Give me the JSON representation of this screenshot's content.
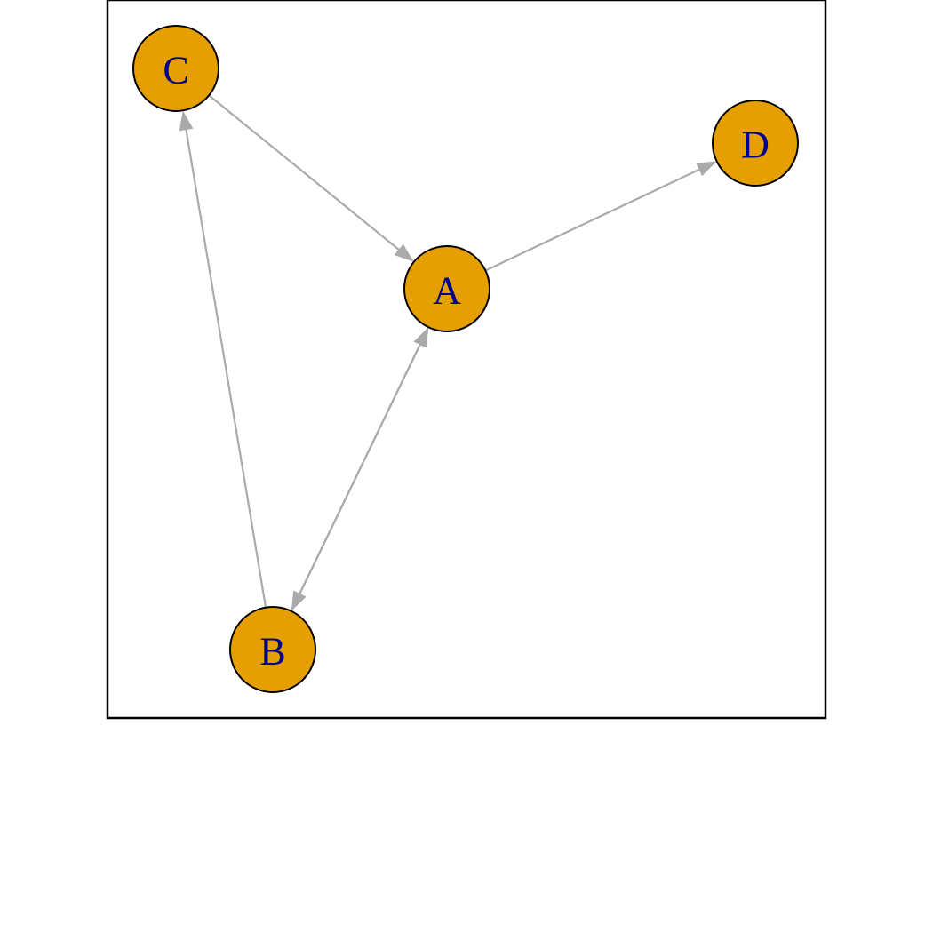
{
  "graph": {
    "node_fill": "#E69F00",
    "label_color": "#00008B",
    "edge_color": "#AAAAAA",
    "nodes": [
      {
        "id": "A",
        "label": "A"
      },
      {
        "id": "B",
        "label": "B"
      },
      {
        "id": "C",
        "label": "C"
      },
      {
        "id": "D",
        "label": "D"
      }
    ],
    "edges": [
      {
        "from": "C",
        "to": "A"
      },
      {
        "from": "A",
        "to": "D"
      },
      {
        "from": "B",
        "to": "C"
      },
      {
        "from": "A",
        "to": "B"
      },
      {
        "from": "B",
        "to": "A"
      }
    ]
  }
}
